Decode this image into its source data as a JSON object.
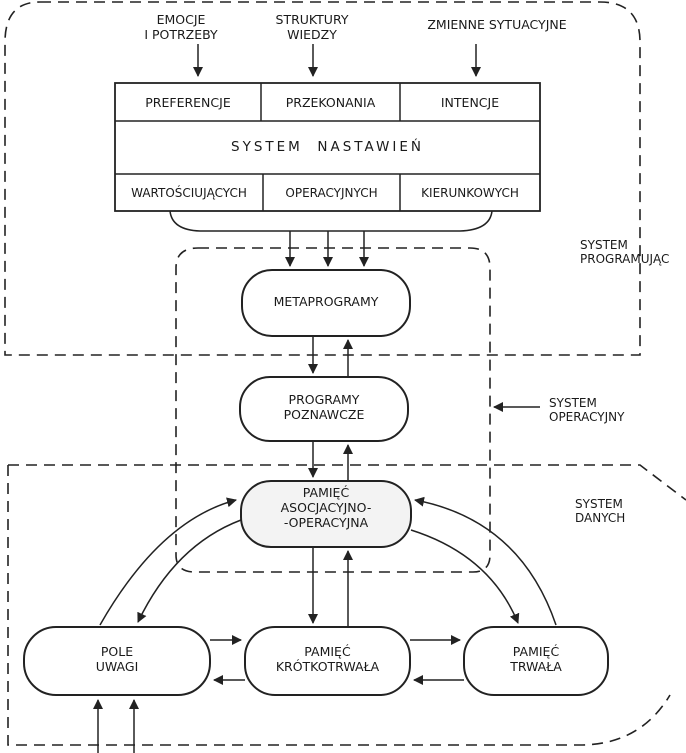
{
  "inputs": {
    "emotions": "EMOCJE\nI POTRZEBY",
    "knowledge": "STRUKTURY\nWIEDZY",
    "situational": "ZMIENNE SYTUACYJNE"
  },
  "attitude_table": {
    "top_row": [
      "PREFERENCJE",
      "PRZEKONANIA",
      "INTENCJE"
    ],
    "middle": "SYSTEM  NASTAWIEŃ",
    "bottom_row": [
      "WARTOŚCIUJĄCYCH",
      "OPERACYJNYCH",
      "KIERUNKOWYCH"
    ]
  },
  "nodes": {
    "metaprograms": "METAPROGRAMY",
    "cognitive_programs": "PROGRAMY\nPOZNAWCZE",
    "associative_memory": "PAMIĘĆ\nASOCJACYJNO-\n-OPERACYJNA",
    "attention_field": "POLE\nUWAGI",
    "short_term_memory": "PAMIĘĆ\nKRÓTKOTRWAŁA",
    "long_term_memory": "PAMIĘĆ\nTRWAŁA"
  },
  "systems": {
    "programming": "SYSTEM\nPROGRAMUJĄC",
    "operating": "SYSTEM\nOPERACYJNY",
    "data": "SYSTEM\nDANYCH"
  },
  "line_color": "#222222"
}
